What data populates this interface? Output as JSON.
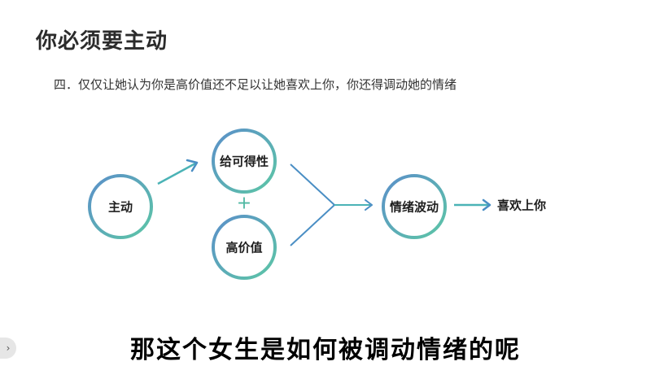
{
  "slide": {
    "title": "你必须要主动",
    "subtitle": "四．仅仅让她认为你是高价值还不足以让她喜欢上你，你还得调动她的情绪"
  },
  "diagram": {
    "nodes": {
      "active": "主动",
      "availability": "给可得性",
      "high_value": "高价值",
      "emotion": "情绪波动"
    },
    "plus": "+",
    "result": "喜欢上你",
    "colors": {
      "ring_start": "#5b8fc9",
      "ring_end": "#5cc6a6",
      "arrow": "#4a8ec4"
    }
  },
  "caption": "那这个女生是如何被调动情绪的呢",
  "handle_icon": "chevron-right-icon"
}
